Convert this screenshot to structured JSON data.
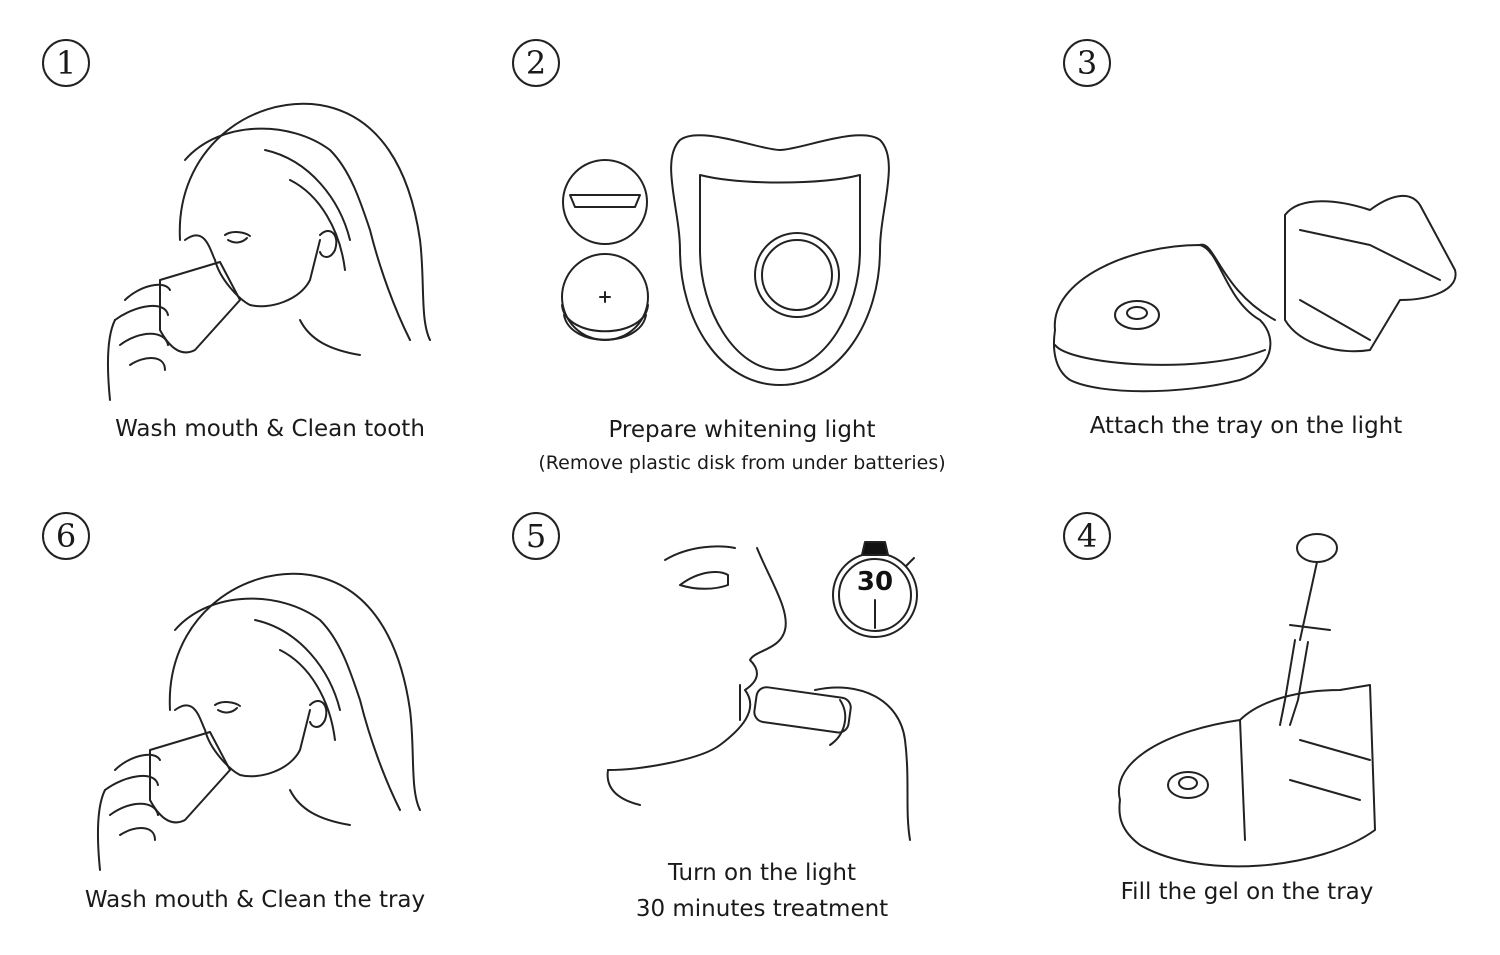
{
  "steps": [
    {
      "number": "1",
      "caption": "Wash mouth & Clean tooth"
    },
    {
      "number": "2",
      "caption": "Prepare whitening light",
      "subcaption": "(Remove plastic disk from under batteries)"
    },
    {
      "number": "3",
      "caption": "Attach the tray on the light"
    },
    {
      "number": "4",
      "caption": "Fill the gel on the tray"
    },
    {
      "number": "5",
      "caption": "Turn on the light",
      "subcaption": "30 minutes treatment",
      "timer": "30"
    },
    {
      "number": "6",
      "caption": "Wash mouth & Clean the tray"
    }
  ]
}
